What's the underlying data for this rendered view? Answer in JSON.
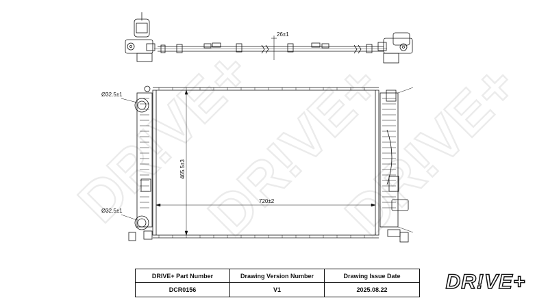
{
  "dimensions": {
    "top_clearance": "26±1",
    "height": "465.5±3",
    "width": "720±2",
    "upper_port_diameter": "Ø32.5±1",
    "lower_port_diameter": "Ø32.5±1"
  },
  "watermark": "DR!VE+",
  "title_block": {
    "headers": [
      "DRIVE+ Part Number",
      "Drawing Version Number",
      "Drawing Issue Date"
    ],
    "values": [
      "DCR0156",
      "V1",
      "2025.08.22"
    ]
  },
  "logo_text": "DR!VE+"
}
